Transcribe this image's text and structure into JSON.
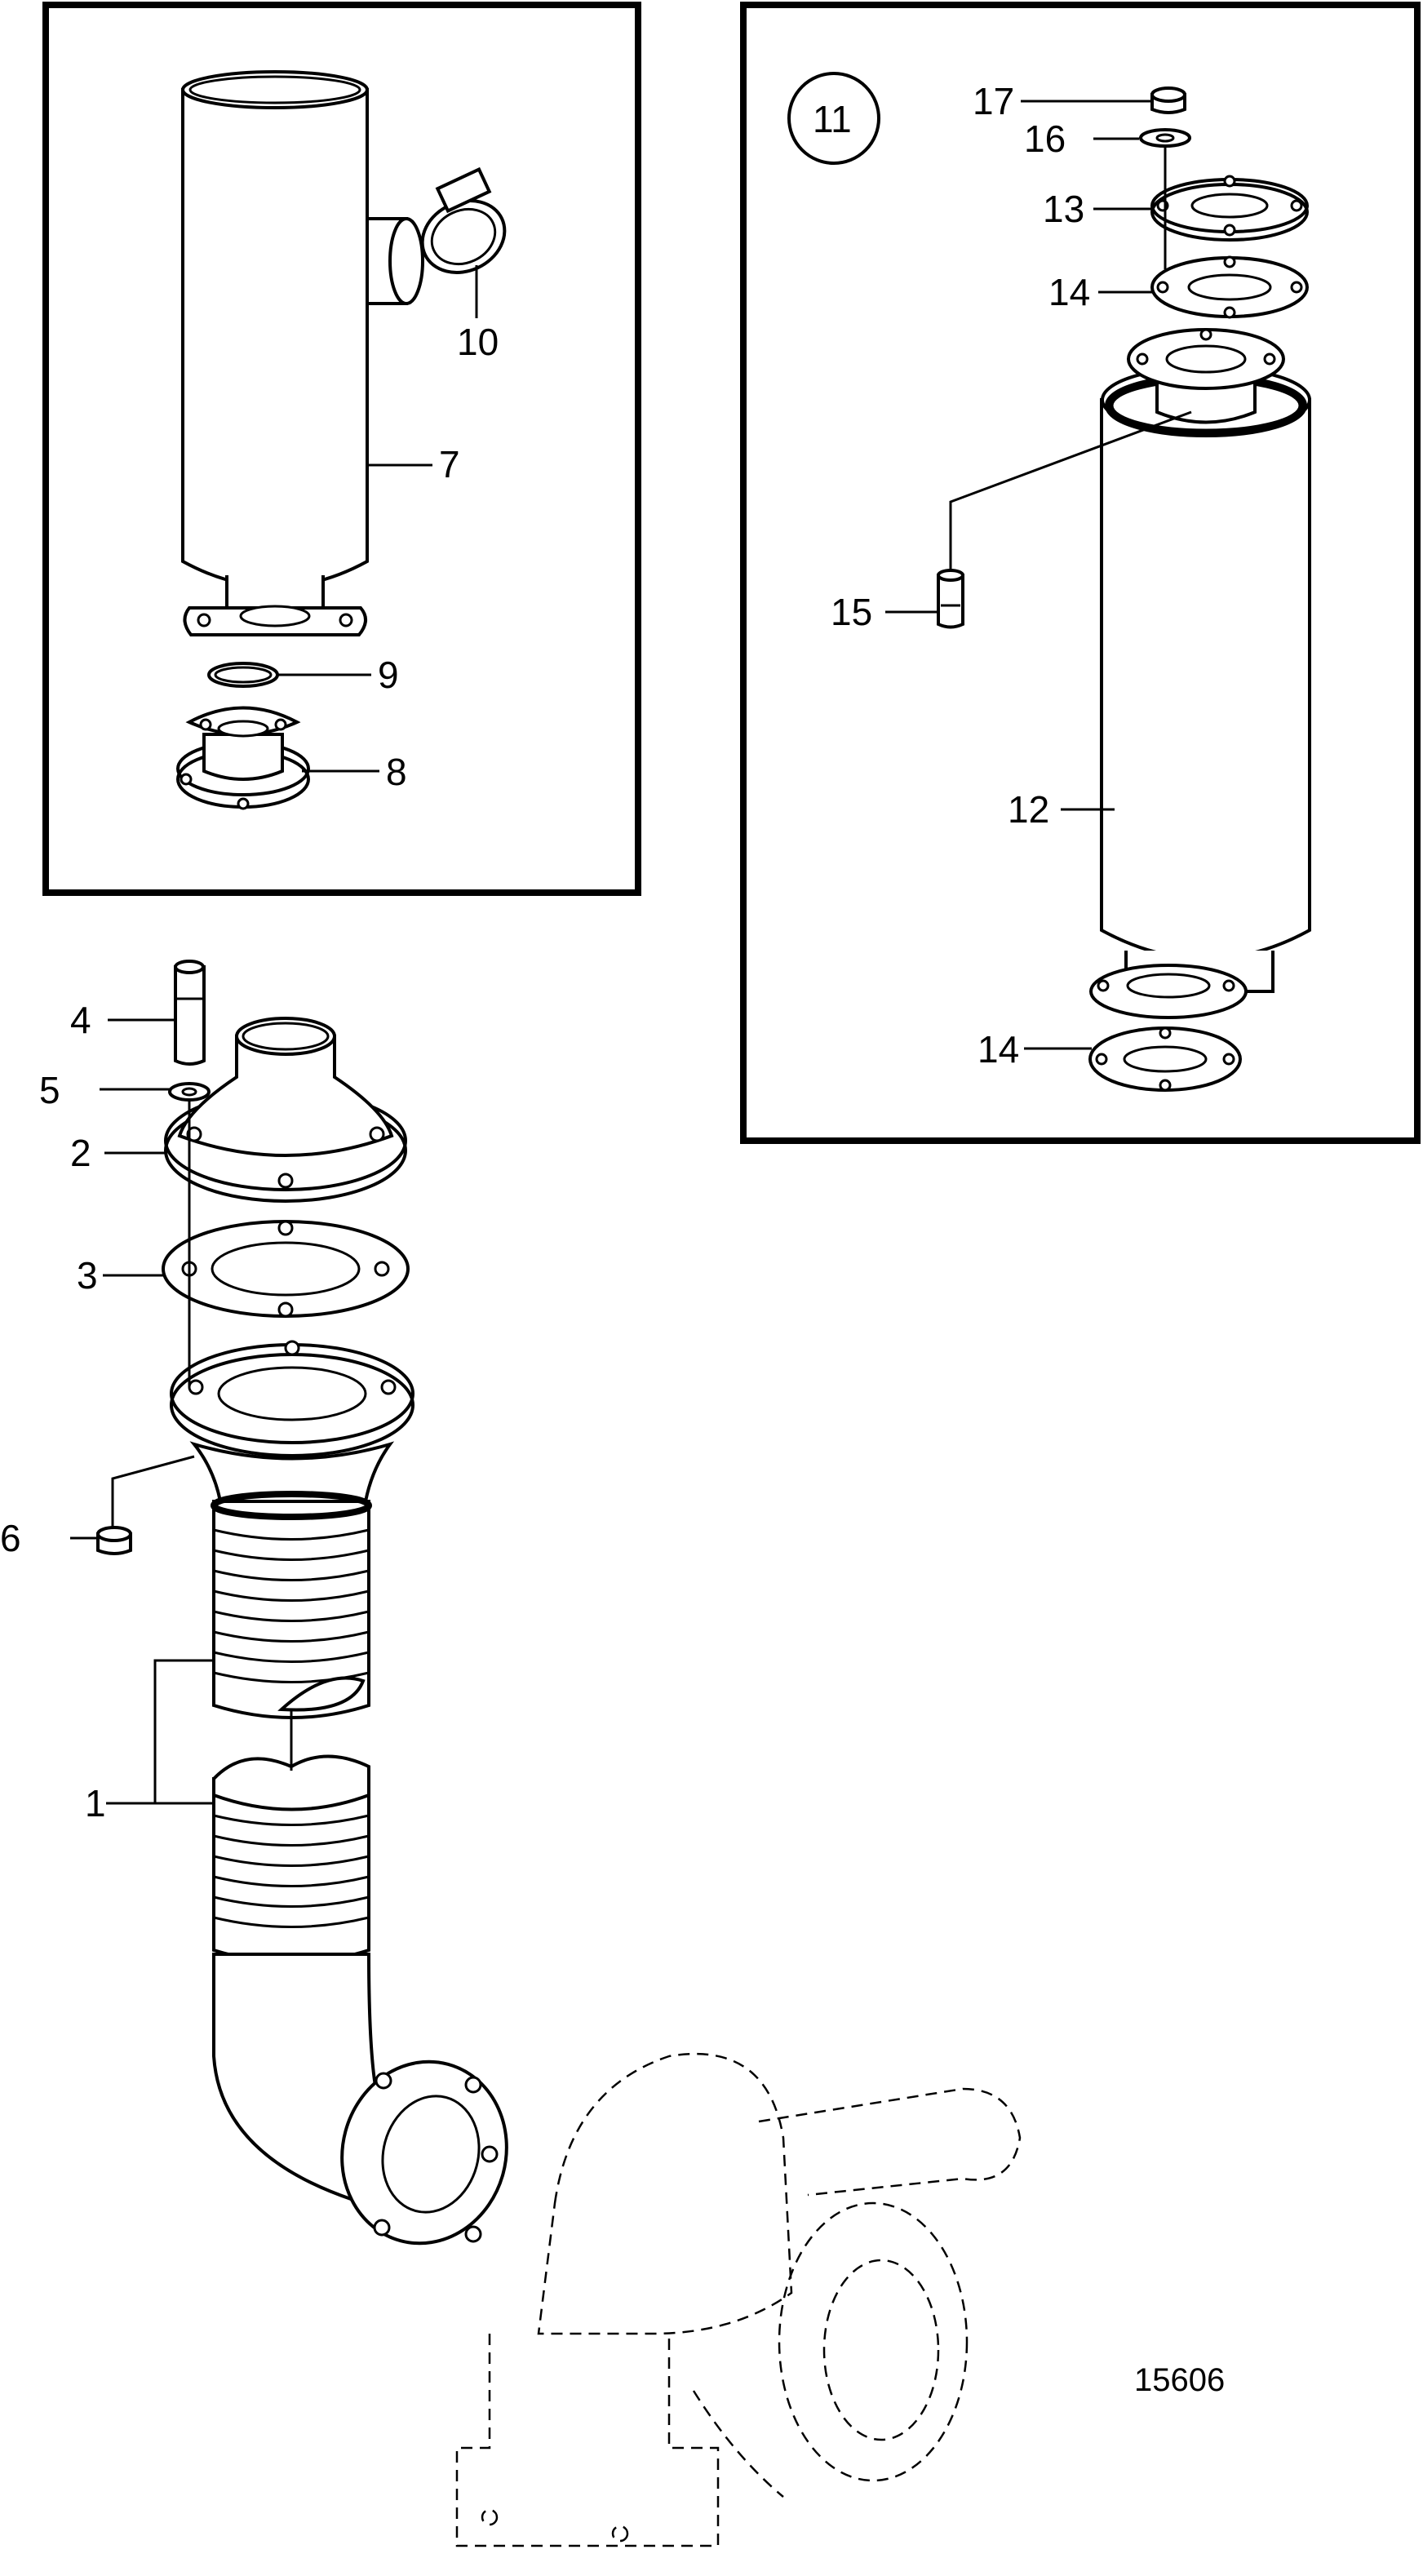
{
  "figure_code": "15606",
  "inset_label": "11",
  "callouts": {
    "c1": "1",
    "c2": "2",
    "c3": "3",
    "c4": "4",
    "c5": "5",
    "c6": "6",
    "c7": "7",
    "c8": "8",
    "c9": "9",
    "c10": "10",
    "c12": "12",
    "c13": "13",
    "c14a": "14",
    "c14b": "14",
    "c15": "15",
    "c16": "16",
    "c17": "17"
  }
}
